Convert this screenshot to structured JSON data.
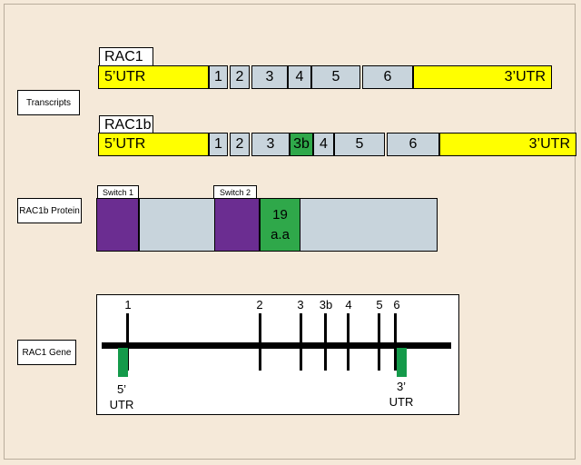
{
  "side_labels": {
    "transcripts": "Transcripts",
    "protein": "RAC1b Protein",
    "gene": "RAC1 Gene"
  },
  "rac1": {
    "title": "RAC1",
    "utr5": "5’UTR",
    "exons": [
      "1",
      "2",
      "3",
      "4",
      "5",
      "6"
    ],
    "utr3": "3’UTR"
  },
  "rac1b": {
    "title": "RAC1b",
    "utr5": "5’UTR",
    "exons": [
      "1",
      "2",
      "3",
      "3b",
      "4",
      "5",
      "6"
    ],
    "utr3": "3’UTR"
  },
  "protein": {
    "switch1": "Switch 1",
    "switch2": "Switch 2",
    "insert_line1": "19",
    "insert_line2": "a.a"
  },
  "gene": {
    "exons": [
      "1",
      "2",
      "3",
      "3b",
      "4",
      "5",
      "6"
    ],
    "utr5_line1": "5’",
    "utr5_line2": "UTR",
    "utr3_line1": "3’",
    "utr3_line2": "UTR"
  },
  "colors": {
    "utr": "#ffff00",
    "exon": "#c8d4dc",
    "exon_3b": "#2fa84a",
    "switch_region": "#6b2d91",
    "gene_utr": "#149a4a",
    "background": "#f5e9d9"
  }
}
